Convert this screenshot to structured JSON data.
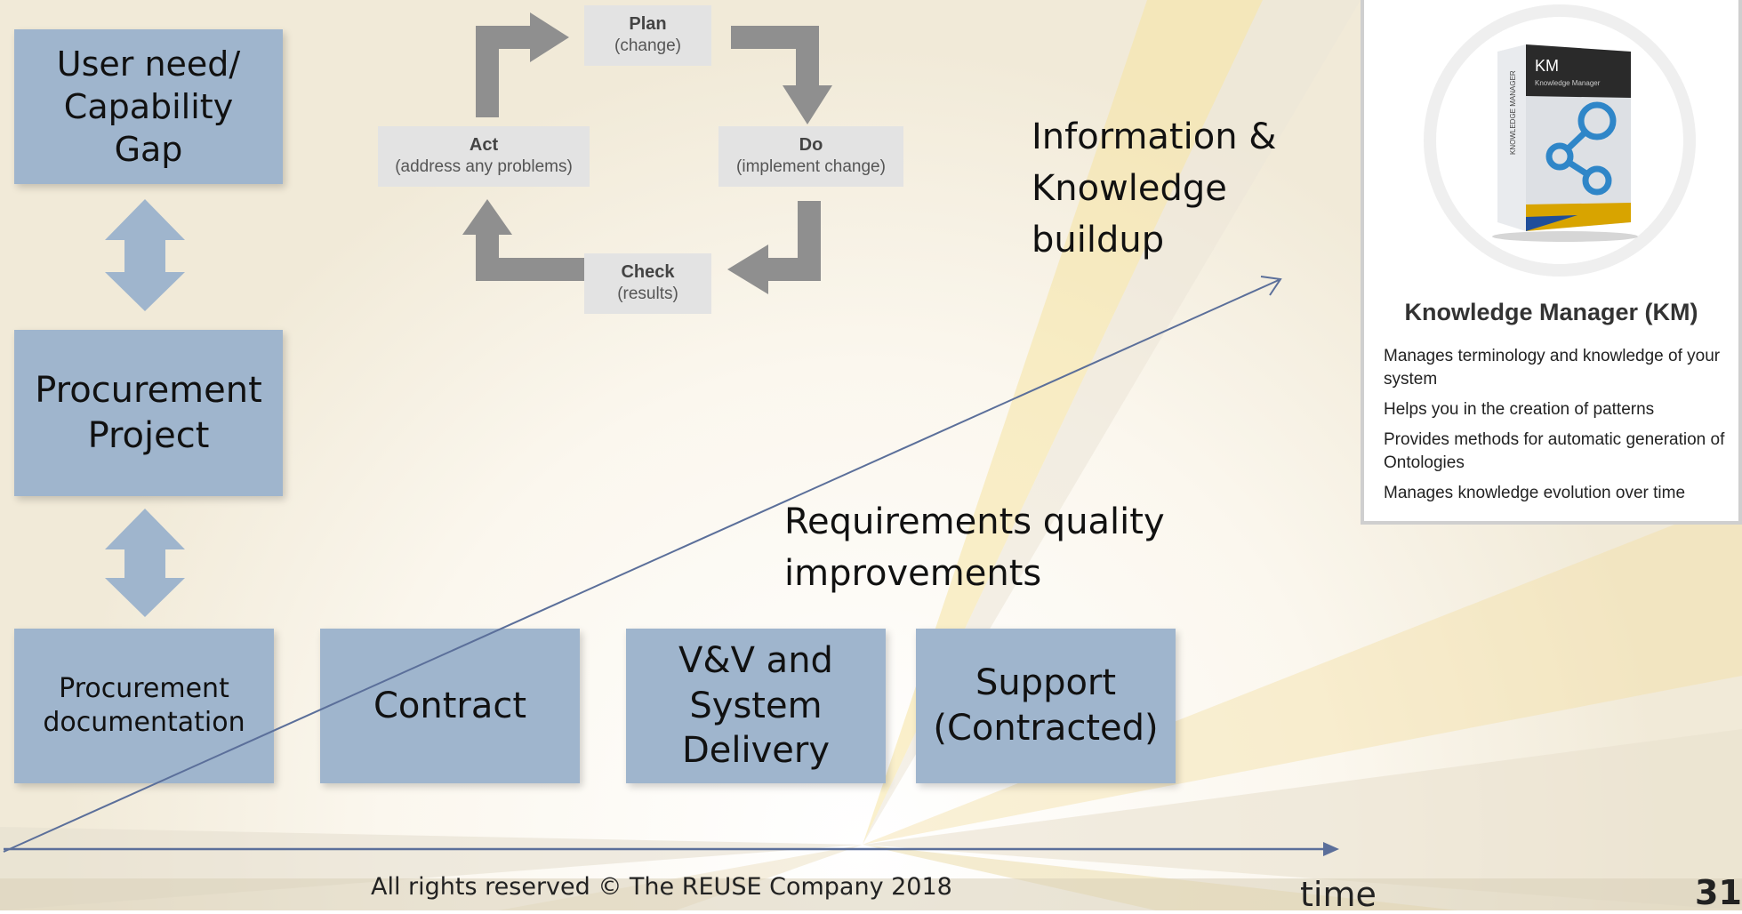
{
  "left_column": {
    "box1": "User need/\nCapability\nGap",
    "box2": "Procurement\nProject",
    "box3": "Procurement\ndocumentation"
  },
  "phases": {
    "contract": "Contract",
    "vv": "V&V and\nSystem\nDelivery",
    "support": "Support\n(Contracted)"
  },
  "pdca": {
    "plan": {
      "title": "Plan",
      "sub": "(change)"
    },
    "do": {
      "title": "Do",
      "sub": "(implement change)"
    },
    "check": {
      "title": "Check",
      "sub": "(results)"
    },
    "act": {
      "title": "Act",
      "sub": "(address any problems)"
    }
  },
  "annotations": {
    "info": "Information &\nKnowledge\nbuildup",
    "req": "Requirements quality\nimprovements"
  },
  "km": {
    "title": "Knowledge Manager (KM)",
    "box_label": "KM",
    "box_sublabel": "Knowledge Manager",
    "spine_label": "KNOWLEDGE MANAGER",
    "items": [
      "Manages terminology and knowledge of your system",
      "Helps you in the creation of patterns",
      "Provides methods for automatic generation of Ontologies",
      "Manages knowledge evolution over time"
    ]
  },
  "footer": {
    "copyright": "All rights reserved © The REUSE Company 2018",
    "time_label": "time",
    "page_number": "31"
  },
  "colors": {
    "box_fill": "#9fb5cd",
    "line": "#5b6f9a",
    "pdca_arrow": "#8f8f8f",
    "pdca_box": "#e3e3e3",
    "background_accent": "#f3dc8a"
  }
}
